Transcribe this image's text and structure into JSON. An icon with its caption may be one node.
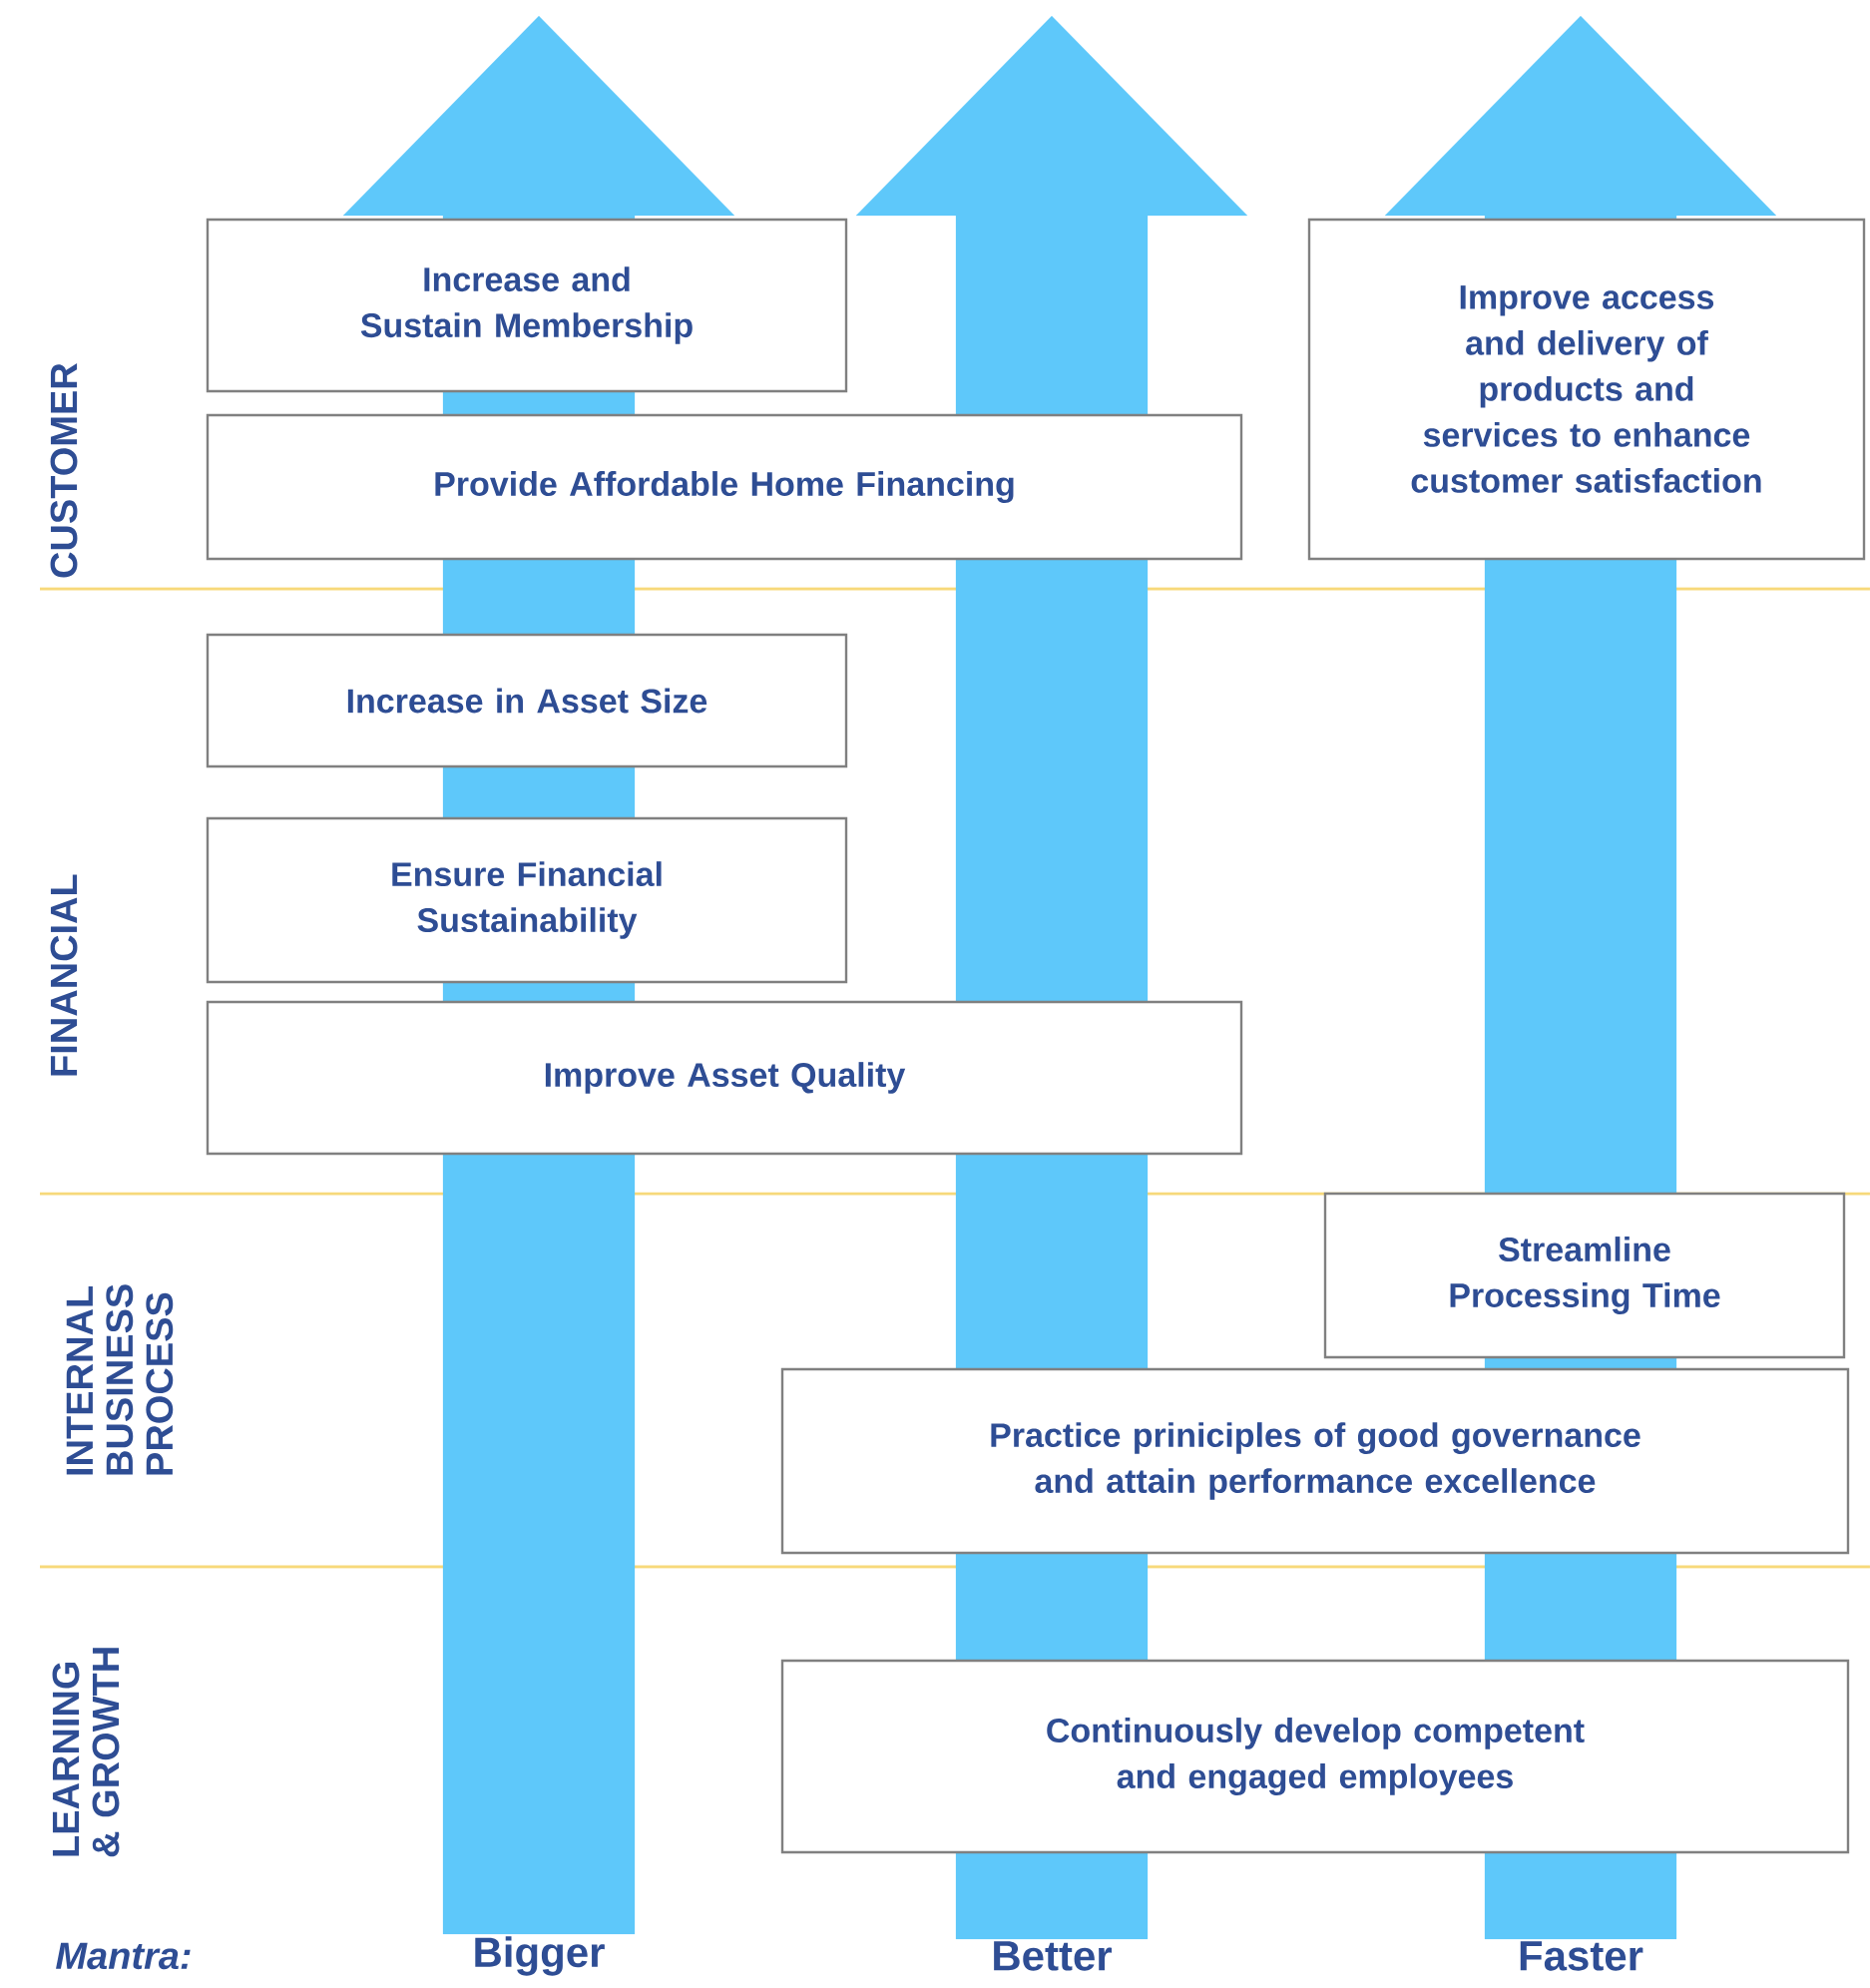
{
  "diagram": {
    "nodes": [
      {
        "text": [
          "Increase and Sustain Membership"
        ]
      },
      {
        "text": [
          "Improve access and delivery of products and services to enhance customer satisfaction"
        ]
      },
      {
        "text": [
          "Provide Affordable Home Financing"
        ]
      },
      {
        "text": [
          "Increase in Asset Size"
        ]
      },
      {
        "text": [
          "Ensure Financial Sustainability"
        ]
      },
      {
        "text": [
          "Improve Asset Quality"
        ]
      },
      {
        "text": [
          "Streamline Processing Time"
        ]
      },
      {
        "text": [
          "Practice priniciples of good governance and attain performance excellence"
        ]
      },
      {
        "text": [
          "Continuously develop competent and engaged employees"
        ]
      },
      {
        "text": [
          "Bigger"
        ]
      },
      {
        "text": [
          "Better"
        ]
      },
      {
        "text": [
          "Faster"
        ]
      }
    ],
    "edges": [
      {
        "from": 9,
        "to": null,
        "arrow": "to"
      },
      {
        "from": 10,
        "to": null,
        "arrow": "to"
      },
      {
        "from": 11,
        "to": null,
        "arrow": "to"
      }
    ],
    "labels": [
      "CUSTOMER",
      "FINANCIAL",
      "INTERNAL BUSINESS PROCESS",
      "LEARNING & GROWTH",
      "Mantra:"
    ]
  }
}
